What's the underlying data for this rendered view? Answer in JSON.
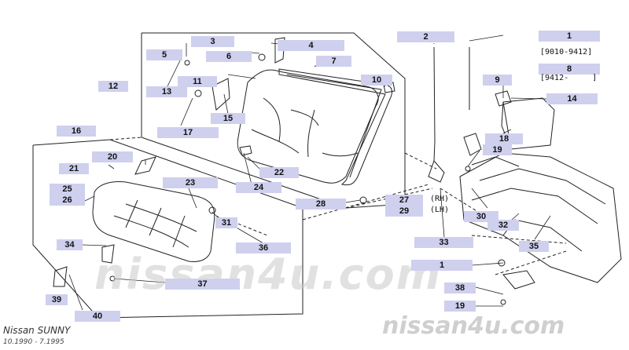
{
  "diagram": {
    "brand": "Nissan SUNNY",
    "years": "10.1990  -  7.1995",
    "watermark": "nissan4u.com",
    "rh_label": "(RH)",
    "lh_label": "(LH)",
    "note_1": "[9010-9412]",
    "note_8": "[9412-     ]",
    "callouts": [
      {
        "id": "c1a",
        "label": "1"
      },
      {
        "id": "c1b",
        "label": "1"
      },
      {
        "id": "c2",
        "label": "2"
      },
      {
        "id": "c3",
        "label": "3"
      },
      {
        "id": "c4",
        "label": "4"
      },
      {
        "id": "c5",
        "label": "5"
      },
      {
        "id": "c6",
        "label": "6"
      },
      {
        "id": "c7",
        "label": "7"
      },
      {
        "id": "c8",
        "label": "8"
      },
      {
        "id": "c9",
        "label": "9"
      },
      {
        "id": "c10",
        "label": "10"
      },
      {
        "id": "c11",
        "label": "11"
      },
      {
        "id": "c12",
        "label": "12"
      },
      {
        "id": "c13",
        "label": "13"
      },
      {
        "id": "c14",
        "label": "14"
      },
      {
        "id": "c15",
        "label": "15"
      },
      {
        "id": "c16",
        "label": "16"
      },
      {
        "id": "c17",
        "label": "17"
      },
      {
        "id": "c18",
        "label": "18"
      },
      {
        "id": "c19a",
        "label": "19"
      },
      {
        "id": "c19b",
        "label": "19"
      },
      {
        "id": "c20",
        "label": "20"
      },
      {
        "id": "c21",
        "label": "21"
      },
      {
        "id": "c22",
        "label": "22"
      },
      {
        "id": "c23",
        "label": "23"
      },
      {
        "id": "c24",
        "label": "24"
      },
      {
        "id": "c25",
        "label": "25"
      },
      {
        "id": "c26",
        "label": "26"
      },
      {
        "id": "c27",
        "label": "27"
      },
      {
        "id": "c28",
        "label": "28"
      },
      {
        "id": "c29",
        "label": "29"
      },
      {
        "id": "c30",
        "label": "30"
      },
      {
        "id": "c31",
        "label": "31"
      },
      {
        "id": "c32",
        "label": "32"
      },
      {
        "id": "c33",
        "label": "33"
      },
      {
        "id": "c34",
        "label": "34"
      },
      {
        "id": "c35",
        "label": "35"
      },
      {
        "id": "c36",
        "label": "36"
      },
      {
        "id": "c37",
        "label": "37"
      },
      {
        "id": "c38",
        "label": "38"
      },
      {
        "id": "c39",
        "label": "39"
      },
      {
        "id": "c40",
        "label": "40"
      }
    ]
  }
}
